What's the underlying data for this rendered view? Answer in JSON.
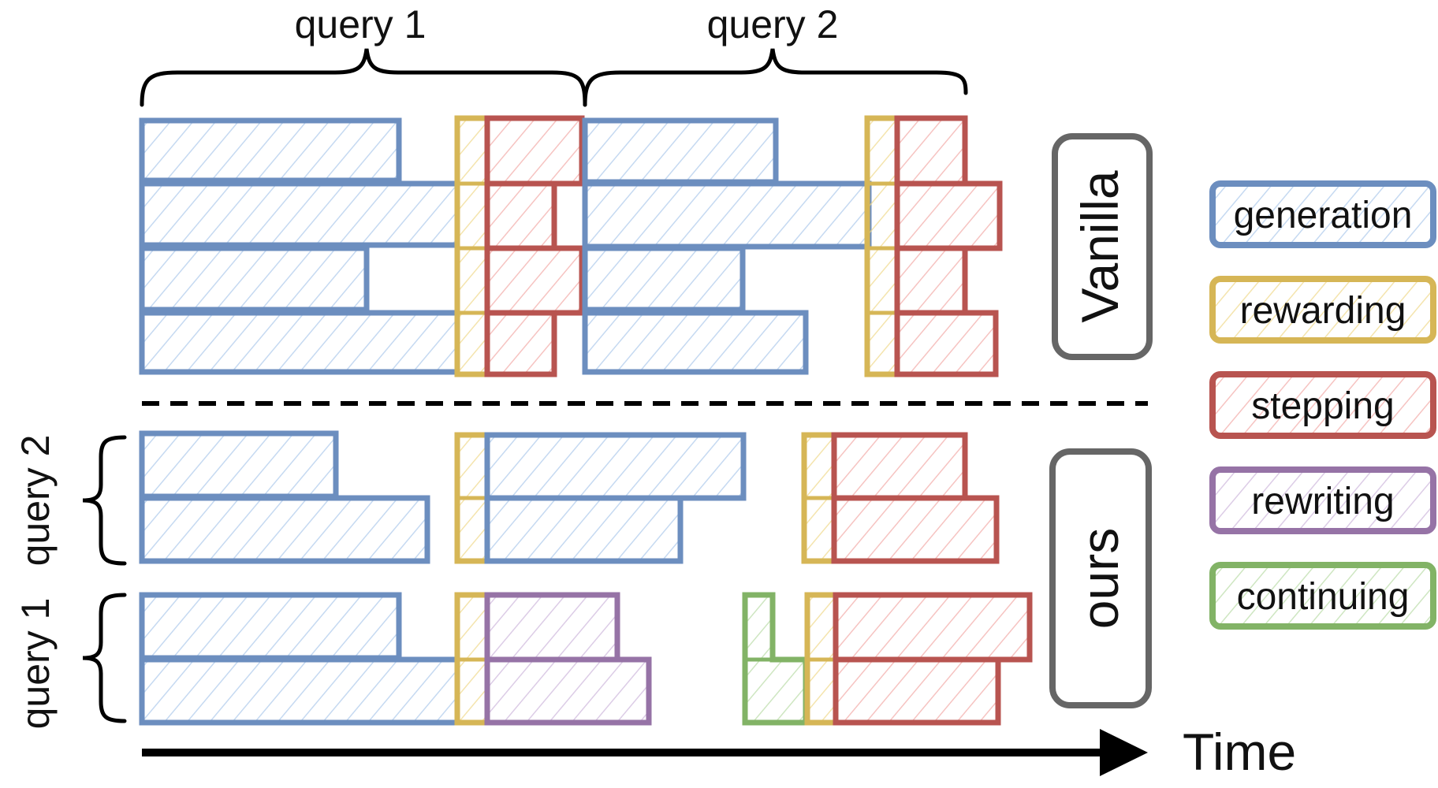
{
  "colors": {
    "generation": "#6c8ebf",
    "rewarding": "#d6b656",
    "stepping": "#b85450",
    "rewriting": "#9673a6",
    "continuing": "#82b366",
    "pill": "#666666",
    "ink": "#000000"
  },
  "header": {
    "query1": "query 1",
    "query2": "query 2"
  },
  "side": {
    "query1": "query 1",
    "query2": "query 2"
  },
  "pills": {
    "vanilla": "Vanilla",
    "ours": "ours"
  },
  "axis": {
    "label": "Time"
  },
  "legend": [
    {
      "label": "generation",
      "color": "#6c8ebf"
    },
    {
      "label": "rewarding",
      "color": "#d6b656"
    },
    {
      "label": "stepping",
      "color": "#b85450"
    },
    {
      "label": "rewriting",
      "color": "#9673a6"
    },
    {
      "label": "continuing",
      "color": "#82b366"
    }
  ]
}
